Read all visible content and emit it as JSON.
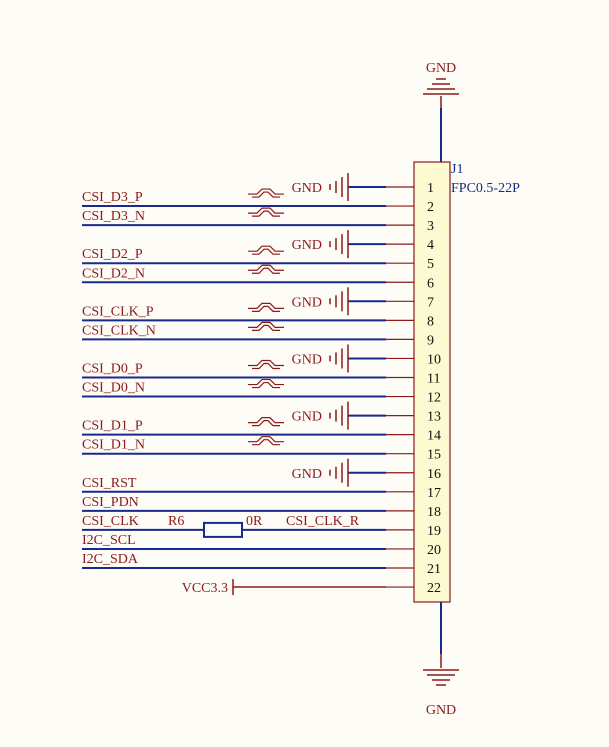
{
  "connector": {
    "designator": "J1",
    "part": "FPC0.5-22P"
  },
  "power": {
    "gnd_label": "GND",
    "vcc_label": "VCC3.3"
  },
  "resistor": {
    "designator": "R6",
    "value": "0R",
    "net_right": "CSI_CLK_R"
  },
  "pins": [
    {
      "num": "1",
      "net": "",
      "gnd": true
    },
    {
      "num": "2",
      "net": "CSI_D3_P",
      "diff": true
    },
    {
      "num": "3",
      "net": "CSI_D3_N",
      "diff": true
    },
    {
      "num": "4",
      "net": "",
      "gnd": true
    },
    {
      "num": "5",
      "net": "CSI_D2_P",
      "diff": true
    },
    {
      "num": "6",
      "net": "CSI_D2_N",
      "diff": true
    },
    {
      "num": "7",
      "net": "",
      "gnd": true
    },
    {
      "num": "8",
      "net": "CSI_CLK_P",
      "diff": true
    },
    {
      "num": "9",
      "net": "CSI_CLK_N",
      "diff": true
    },
    {
      "num": "10",
      "net": "",
      "gnd": true
    },
    {
      "num": "11",
      "net": "CSI_D0_P",
      "diff": true
    },
    {
      "num": "12",
      "net": "CSI_D0_N",
      "diff": true
    },
    {
      "num": "13",
      "net": "",
      "gnd": true
    },
    {
      "num": "14",
      "net": "CSI_D1_P",
      "diff": true
    },
    {
      "num": "15",
      "net": "CSI_D1_N",
      "diff": true
    },
    {
      "num": "16",
      "net": "",
      "gnd": true
    },
    {
      "num": "17",
      "net": "CSI_RST"
    },
    {
      "num": "18",
      "net": "CSI_PDN"
    },
    {
      "num": "19",
      "net": "CSI_CLK",
      "resistor": true
    },
    {
      "num": "20",
      "net": "I2C_SCL"
    },
    {
      "num": "21",
      "net": "I2C_SDA"
    },
    {
      "num": "22",
      "net": "",
      "vcc": true
    }
  ]
}
